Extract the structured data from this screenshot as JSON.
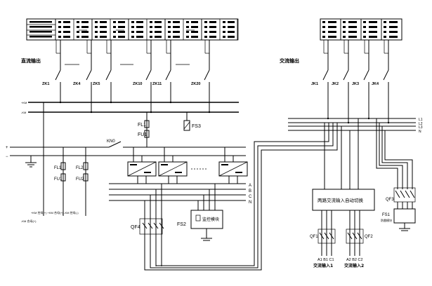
{
  "left": {
    "section_label": "直流输出",
    "switches": [
      {
        "label": "ZK1"
      },
      {
        "label": "ZK4"
      },
      {
        "label": "ZK5"
      },
      {
        "label": "ZK10"
      },
      {
        "label": "ZK11"
      },
      {
        "label": "ZK20"
      }
    ],
    "fuses_top": [
      "FL1",
      "FU1"
    ],
    "fs3_label": "FS3",
    "kn_label": "KN0",
    "fuses_left_a": [
      "FL1",
      "FU1"
    ],
    "fuses_left_b": [
      "FL2",
      "FU2"
    ],
    "outputs_line1": "+KM 控母(+) +KM 合母(+) -KM 控母(-)",
    "outputs_line2": "-KM 合母(+)",
    "phases": [
      "A",
      "B",
      "C",
      "N"
    ],
    "qf4_label": "QF4",
    "fs2_label": "FS2",
    "monitor_label": "监控模块"
  },
  "right": {
    "section_label": "交流输出",
    "switches": [
      {
        "label": "JK1"
      },
      {
        "label": "JK2"
      },
      {
        "label": "JK3"
      },
      {
        "label": "JK4"
      }
    ],
    "bus_labels": [
      "L1",
      "L2",
      "L3",
      "N"
    ],
    "ats_label": "两路交流输入自动切换",
    "qf1_label": "QF1",
    "qf2_label": "QF2",
    "qf3_label": "QF3",
    "fs1_label": "FS1",
    "fs1_sub": "防雷模块",
    "input1_phases": "A1 B1 C1",
    "input2_phases": "A2 B2 C2",
    "input1_label": "交流输入1",
    "input2_label": "交流输入2"
  },
  "colors": {
    "line": "#000000",
    "background": "#ffffff"
  }
}
